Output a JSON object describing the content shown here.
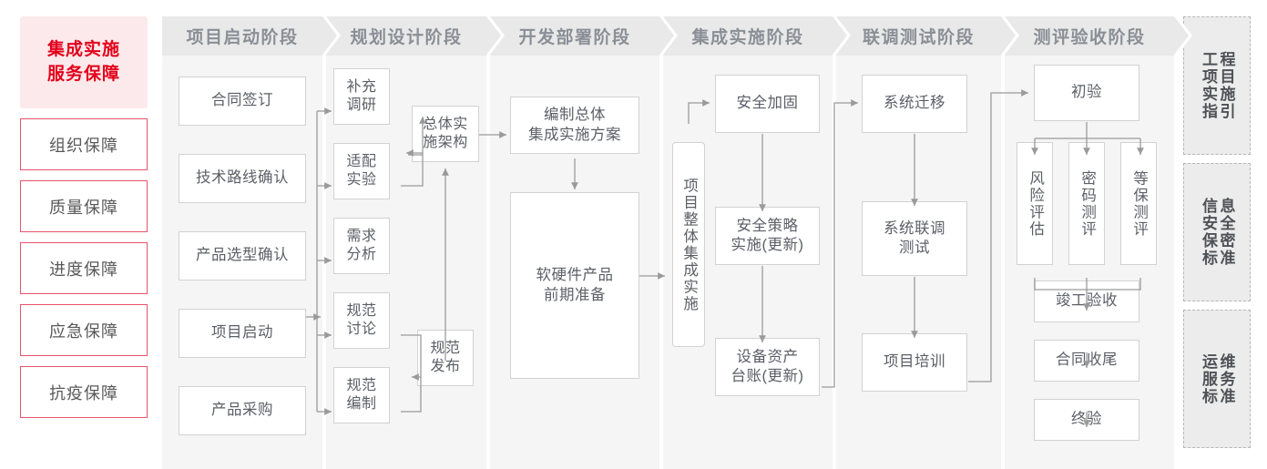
{
  "left_rail": {
    "title": "集成实施\n服务保障",
    "title_line1": "集成实施",
    "title_line2": "服务保障",
    "items": [
      {
        "label": "组织保障"
      },
      {
        "label": "质量保障"
      },
      {
        "label": "进度保障"
      },
      {
        "label": "应急保障"
      },
      {
        "label": "抗疫保障"
      }
    ]
  },
  "phases": [
    {
      "head": "项目启动阶段",
      "nodes": [
        {
          "label": "合同签订"
        },
        {
          "label": "技术路线确认"
        },
        {
          "label": "产品选型确认"
        },
        {
          "label": "项目启动"
        },
        {
          "label": "产品采购"
        }
      ]
    },
    {
      "head": "规划设计阶段",
      "nodes": [
        {
          "label": "补充\n调研",
          "l1": "补充",
          "l2": "调研"
        },
        {
          "label": "适配\n实验",
          "l1": "适配",
          "l2": "实验"
        },
        {
          "label": "需求\n分析",
          "l1": "需求",
          "l2": "分析"
        },
        {
          "label": "规范\n讨论",
          "l1": "规范",
          "l2": "讨论"
        },
        {
          "label": "规范\n编制",
          "l1": "规范",
          "l2": "编制"
        },
        {
          "label": "总体实\n施架构",
          "l1": "总体实",
          "l2": "施架构"
        },
        {
          "label": "规范\n发布",
          "l1": "规范",
          "l2": "发布"
        }
      ]
    },
    {
      "head": "开发部署阶段",
      "nodes": [
        {
          "label": "编制总体\n集成实施方案",
          "l1": "编制总体",
          "l2": "集成实施方案"
        },
        {
          "label": "软硬件产品\n前期准备",
          "l1": "软硬件产品",
          "l2": "前期准备"
        }
      ]
    },
    {
      "head": "集成实施阶段",
      "nodes": [
        {
          "label": "项目整体集成实施"
        },
        {
          "label": "安全加固"
        },
        {
          "label": "安全策略\n实施(更新)",
          "l1": "安全策略",
          "l2": "实施(更新)"
        },
        {
          "label": "设备资产\n台账(更新)",
          "l1": "设备资产",
          "l2": "台账(更新)"
        }
      ]
    },
    {
      "head": "联调测试阶段",
      "nodes": [
        {
          "label": "系统迁移"
        },
        {
          "label": "系统联调\n测试",
          "l1": "系统联调",
          "l2": "测试"
        },
        {
          "label": "项目培训"
        }
      ]
    },
    {
      "head": "测评验收阶段",
      "nodes": [
        {
          "label": "初验"
        },
        {
          "label": "风险评估"
        },
        {
          "label": "密码测评"
        },
        {
          "label": "等保测评"
        },
        {
          "label": "竣工验收"
        },
        {
          "label": "合同收尾"
        },
        {
          "label": "终验"
        }
      ]
    }
  ],
  "right_rail": {
    "items": [
      {
        "label": "工程项目实施指引",
        "col_right": "程目施引",
        "col_left": "工项实指"
      },
      {
        "label": "信息安全保密标准",
        "col_right": "息全密准",
        "col_left": "信安保标"
      },
      {
        "label": "运维服务标准",
        "col_right": "维务准",
        "col_left": "运服标"
      }
    ]
  },
  "colors": {
    "accent_red": "#e2001a",
    "title_bg": "#fce9ec",
    "item_border": "#e8536a",
    "panel_bg": "#f5f5f5",
    "head_bg": "#e9e9e9",
    "head_text": "#8a8f96",
    "node_border": "#d2d2d2",
    "node_text": "#5b5f66",
    "wire": "#9a9a9a",
    "rail_bg": "#ececec",
    "rail_border": "#b6b6b6"
  }
}
